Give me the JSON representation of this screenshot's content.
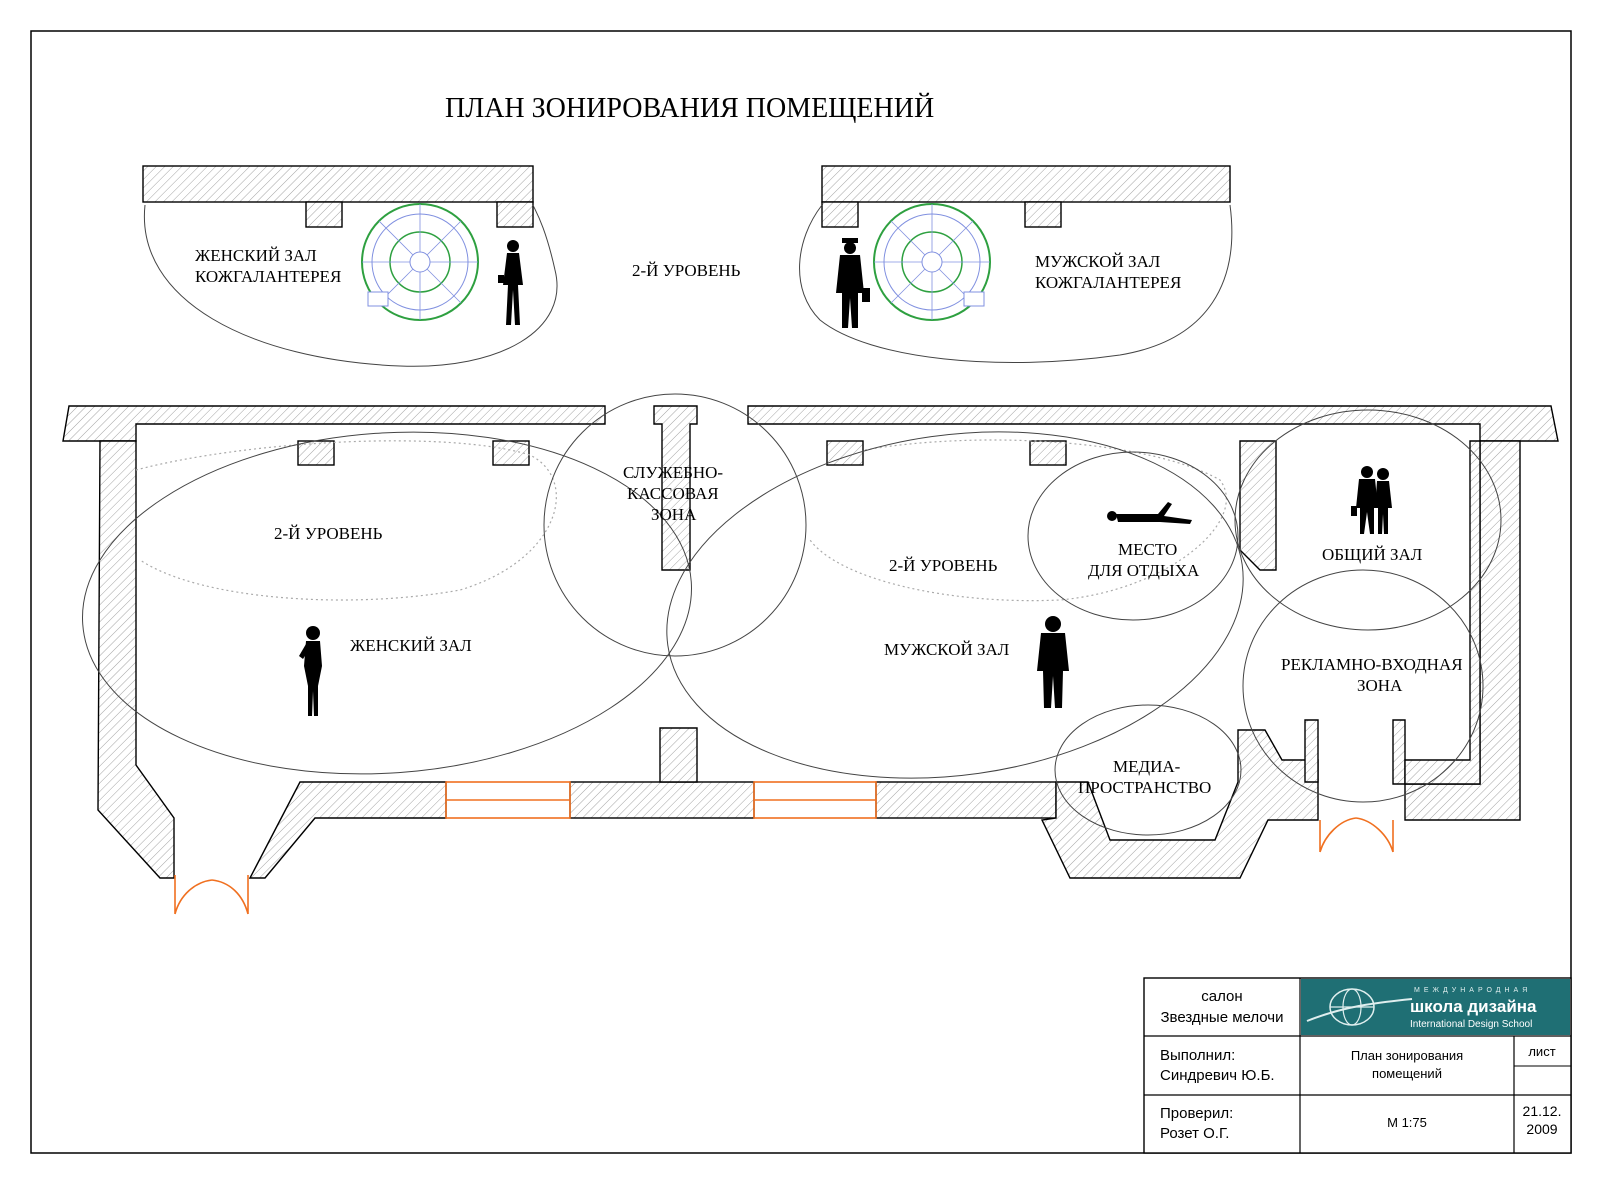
{
  "title": "ПЛАН ЗОНИРОВАНИЯ ПОМЕЩЕНИЙ",
  "upper_level": {
    "womens_hall_line1": "ЖЕНСКИЙ ЗАЛ",
    "womens_hall_line2": "КОЖГАЛАНТЕРЕЯ",
    "level_label": "2-Й УРОВЕНЬ",
    "mens_hall_line1": "МУЖСКОЙ ЗАЛ",
    "mens_hall_line2": "КОЖГАЛАНТЕРЕЯ"
  },
  "ground_level": {
    "service_line1": "СЛУЖЕБНО-",
    "service_line2": "КАССОВАЯ",
    "service_line3": "ЗОНА",
    "level_left": "2-Й УРОВЕНЬ",
    "level_right": "2-Й УРОВЕНЬ",
    "womens_hall": "ЖЕНСКИЙ ЗАЛ",
    "mens_hall": "МУЖСКОЙ ЗАЛ",
    "rest_line1": "МЕСТО",
    "rest_line2": "ДЛЯ ОТДЫХА",
    "common_hall": "ОБЩИЙ ЗАЛ",
    "ad_entry_line1": "РЕКЛАМНО-ВХОДНАЯ",
    "ad_entry_line2": "ЗОНА",
    "media_line1": "МЕДИА-",
    "media_line2": "ПРОСТРАНСТВО"
  },
  "title_block": {
    "project_line1": "салон",
    "project_line2": "Звездные мелочи",
    "logo_top": "МЕЖДУНАРОДНАЯ",
    "logo_main": "школа дизайна",
    "logo_sub": "International Design School",
    "done_by_label": "Выполнил:",
    "done_by_name": "Синдревич Ю.Б.",
    "sheet_title_line1": "План зонирования",
    "sheet_title_line2": "помещений",
    "sheet_label": "лист",
    "checked_label": "Проверил:",
    "checked_name": "Розет О.Г.",
    "scale": "М 1:75",
    "date_line1": "21.12.",
    "date_line2": "2009"
  },
  "colors": {
    "opening_color": "#f07020",
    "logo_bg": "#1f6f74",
    "stair_green": "#2ea040",
    "stair_blue": "#8090e0"
  },
  "icons": [
    "man-with-briefcase-icon",
    "woman-silhouette-icon",
    "couple-icon",
    "reclining-man-icon",
    "spiral-staircase-icon",
    "globe-logo-icon"
  ]
}
